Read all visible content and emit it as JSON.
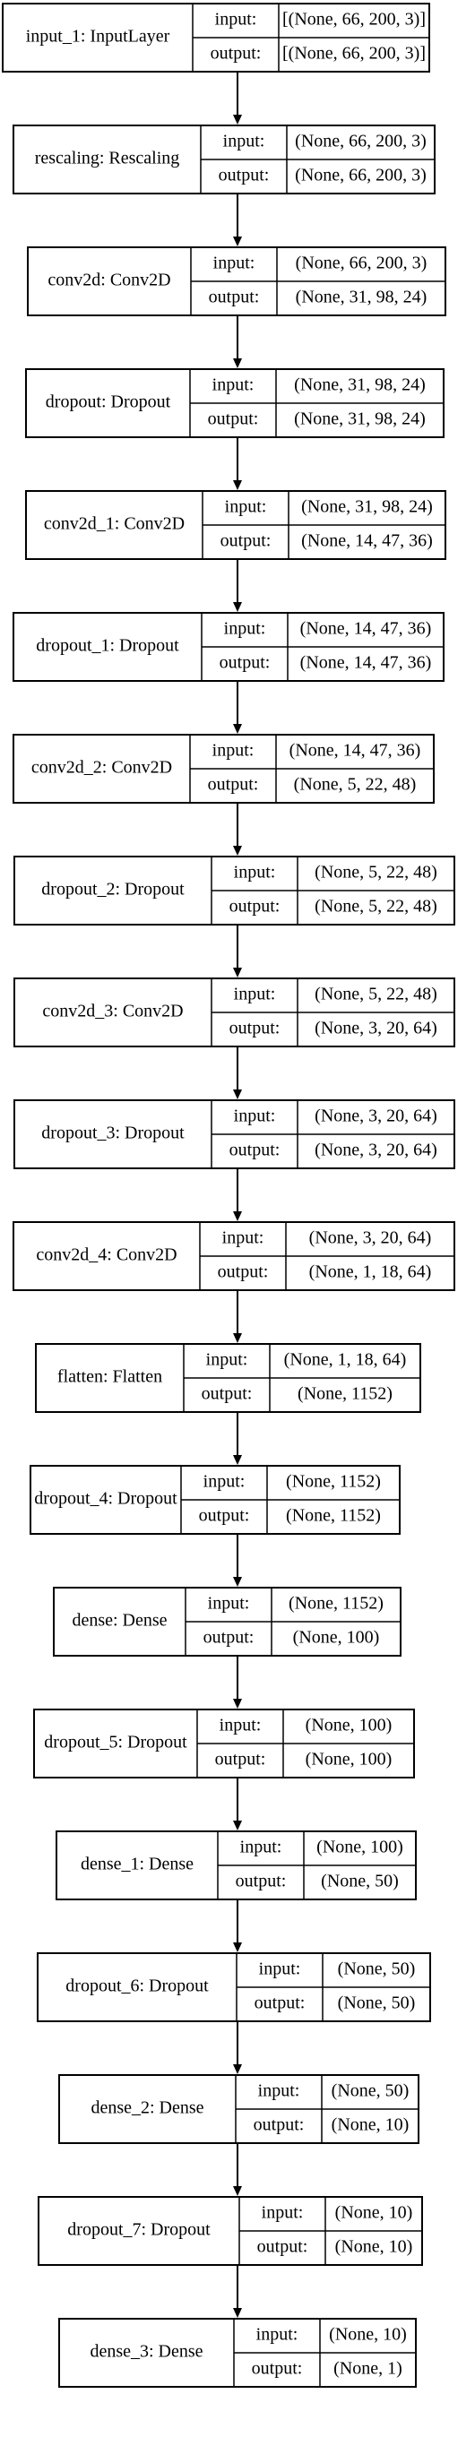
{
  "diagram": {
    "labels": {
      "input": "input:",
      "output": "output:"
    },
    "layers": [
      {
        "name": "input_1: InputLayer",
        "input": "[(None, 66, 200, 3)]",
        "output": "[(None, 66, 200, 3)]"
      },
      {
        "name": "rescaling: Rescaling",
        "input": "(None, 66, 200, 3)",
        "output": "(None, 66, 200, 3)"
      },
      {
        "name": "conv2d: Conv2D",
        "input": "(None, 66, 200, 3)",
        "output": "(None, 31, 98, 24)"
      },
      {
        "name": "dropout: Dropout",
        "input": "(None, 31, 98, 24)",
        "output": "(None, 31, 98, 24)"
      },
      {
        "name": "conv2d_1: Conv2D",
        "input": "(None, 31, 98, 24)",
        "output": "(None, 14, 47, 36)"
      },
      {
        "name": "dropout_1: Dropout",
        "input": "(None, 14, 47, 36)",
        "output": "(None, 14, 47, 36)"
      },
      {
        "name": "conv2d_2: Conv2D",
        "input": "(None, 14, 47, 36)",
        "output": "(None, 5, 22, 48)"
      },
      {
        "name": "dropout_2: Dropout",
        "input": "(None, 5, 22, 48)",
        "output": "(None, 5, 22, 48)"
      },
      {
        "name": "conv2d_3: Conv2D",
        "input": "(None, 5, 22, 48)",
        "output": "(None, 3, 20, 64)"
      },
      {
        "name": "dropout_3: Dropout",
        "input": "(None, 3, 20, 64)",
        "output": "(None, 3, 20, 64)"
      },
      {
        "name": "conv2d_4: Conv2D",
        "input": "(None, 3, 20, 64)",
        "output": "(None, 1, 18, 64)"
      },
      {
        "name": "flatten: Flatten",
        "input": "(None, 1, 18, 64)",
        "output": "(None, 1152)"
      },
      {
        "name": "dropout_4: Dropout",
        "input": "(None, 1152)",
        "output": "(None, 1152)"
      },
      {
        "name": "dense: Dense",
        "input": "(None, 1152)",
        "output": "(None, 100)"
      },
      {
        "name": "dropout_5: Dropout",
        "input": "(None, 100)",
        "output": "(None, 100)"
      },
      {
        "name": "dense_1: Dense",
        "input": "(None, 100)",
        "output": "(None, 50)"
      },
      {
        "name": "dropout_6: Dropout",
        "input": "(None, 50)",
        "output": "(None, 50)"
      },
      {
        "name": "dense_2: Dense",
        "input": "(None, 50)",
        "output": "(None, 10)"
      },
      {
        "name": "dropout_7: Dropout",
        "input": "(None, 10)",
        "output": "(None, 10)"
      },
      {
        "name": "dense_3: Dense",
        "input": "(None, 10)",
        "output": "(None, 1)"
      }
    ]
  }
}
